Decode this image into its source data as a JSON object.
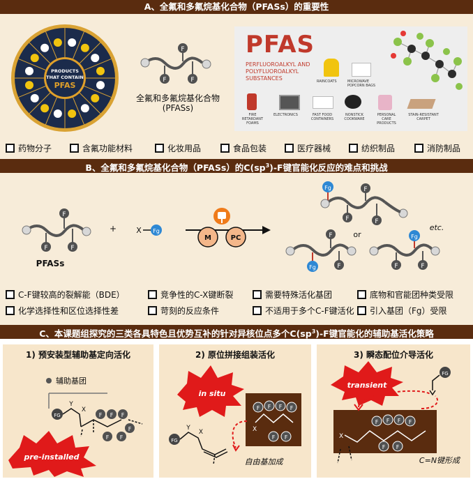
{
  "section_a": {
    "title": "A、全氟和多氟烷基化合物（PFASs）的重要性",
    "circle_center_l1": "PRODUCTS",
    "circle_center_l2": "THAT CONTAIN",
    "circle_center_l3": "PFAS",
    "molecule_label_l1": "全氟和多氟烷基化合物",
    "molecule_label_l2": "(PFASs)",
    "poster": {
      "heading": "PFAS",
      "sub_l1": "PERFLUOROALKYL AND",
      "sub_l2": "POLYFLUOROALKYL",
      "sub_l3": "SUBSTANCES",
      "raincoats": "RAINCOATS",
      "popcorn": "MICROWAVE POPCORN BAGS",
      "fire": "FIRE RETARDANT FOAMS",
      "electronics": "ELECTRONICS",
      "fastfood": "FAST FOOD CONTAINERS",
      "nonstick": "NONSTICK COOKWARE",
      "personal": "PERSONAL CARE PRODUCTS",
      "stain": "STAIN-RESISTANT CARPET"
    },
    "uses": [
      "药物分子",
      "含氟功能材料",
      "化妆用品",
      "食品包装",
      "医疗器械",
      "纺织制品",
      "消防制品"
    ]
  },
  "section_b": {
    "title_pre": "B、全氟和多氟烷基化合物（PFASs）的C(sp",
    "title_sup": "3",
    "title_post": ")-F键官能化反应的难点和挑战",
    "pfass_label": "PFASs",
    "plus": "+",
    "reagent_x": "X",
    "catalyst_m": "M",
    "catalyst_pc": "PC",
    "or_label": "or",
    "etc_label": "etc.",
    "challenges_row1": [
      "C-F键较高的裂解能（BDE）",
      "竞争性的C-X键断裂",
      "需要特殊活化基团",
      "底物和官能团种类受限"
    ],
    "challenges_row2": [
      "化学选择性和区位选择性差",
      "苛刻的反应条件",
      "不适用于多个C-F键活化",
      "引入基团（Fg）受限"
    ]
  },
  "section_c": {
    "title_pre": "C、本课题组探究的三类各具特色且优势互补的针对异核位点多个C(sp",
    "title_sup": "3",
    "title_post": ")-F键官能化的辅助基活化策略",
    "panel1": {
      "title": "1) 预安装型辅助基定向活化",
      "aux_label": "辅助基团",
      "burst": "pre-installed"
    },
    "panel2": {
      "title": "2) 原位拼接组装活化",
      "burst": "in situ",
      "radical_label": "自由基加成"
    },
    "panel3": {
      "title": "3) 瞬态配位介导活化",
      "burst": "transient",
      "bond_label": "C=N键形成"
    }
  },
  "atom_labels": {
    "fluorine": "F",
    "fg": "Fg",
    "fg_upper": "FG",
    "x": "X",
    "y": "Y"
  },
  "colors": {
    "band": "#5a2c0f",
    "panel": "#f7ecd9",
    "fluorine": "#505050",
    "fg": "#2e88d4",
    "burst": "#e01a1a",
    "navy": "#1b2b4b",
    "gold": "#e0a02a"
  }
}
